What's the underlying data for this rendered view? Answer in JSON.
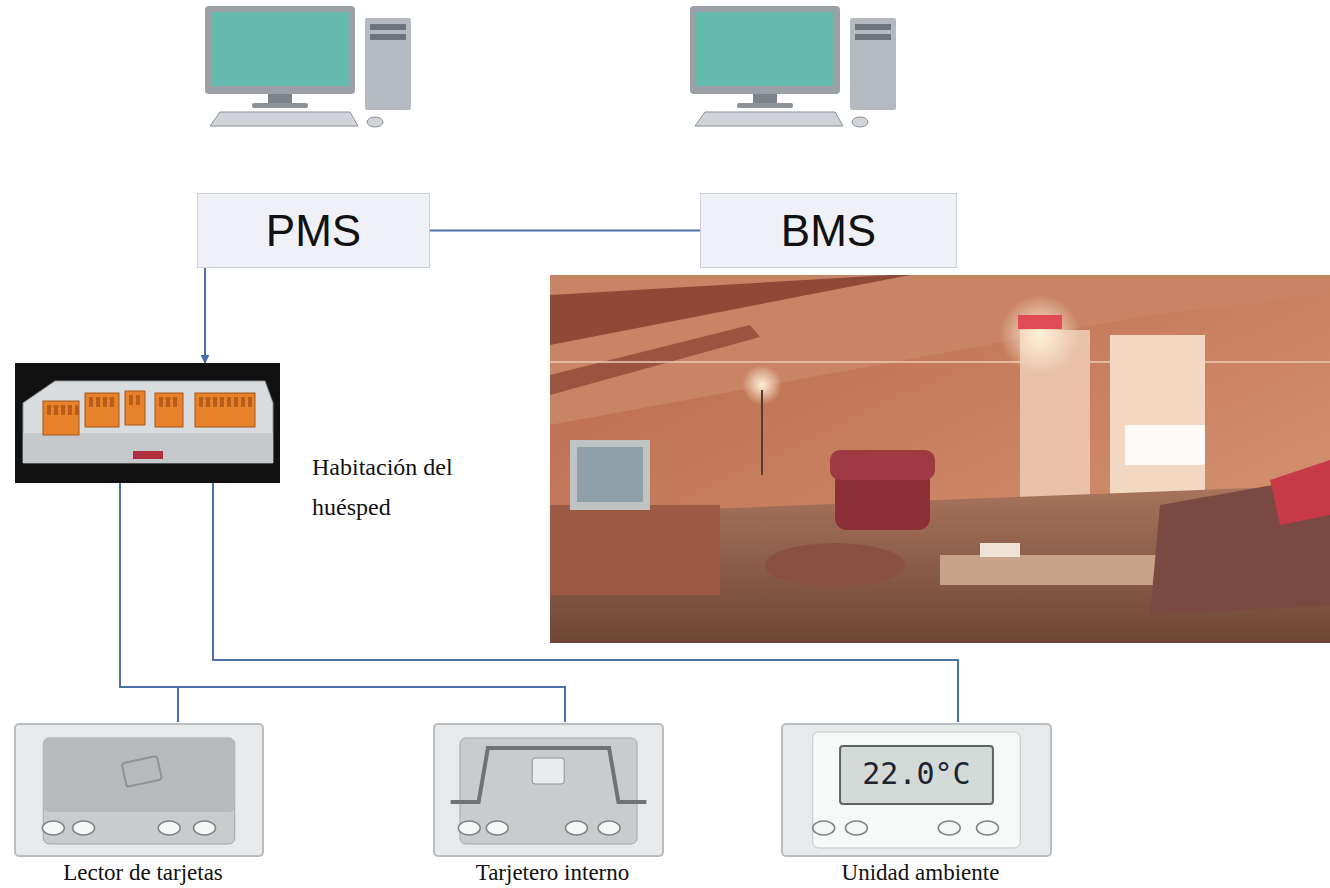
{
  "diagram": {
    "nodes": [
      {
        "text": [
          "PMS"
        ]
      },
      {
        "text": [
          "BMS"
        ]
      },
      {
        "text": [
          "Habitación del huésped"
        ]
      },
      {
        "text": [
          "Lector de tarjetas"
        ]
      },
      {
        "text": [
          "Tarjetero interno"
        ]
      },
      {
        "text": [
          "Unidad ambiente"
        ]
      }
    ],
    "edges": [
      {
        "from": 0,
        "to": 1,
        "arrow": "none"
      },
      {
        "from": 0,
        "to": 2,
        "arrow": "to"
      },
      {
        "from": 2,
        "to": 3,
        "arrow": "none"
      },
      {
        "from": 2,
        "to": 4,
        "arrow": "none"
      },
      {
        "from": 2,
        "to": 5,
        "arrow": "none"
      }
    ],
    "labels": [
      "22.0°C"
    ]
  }
}
